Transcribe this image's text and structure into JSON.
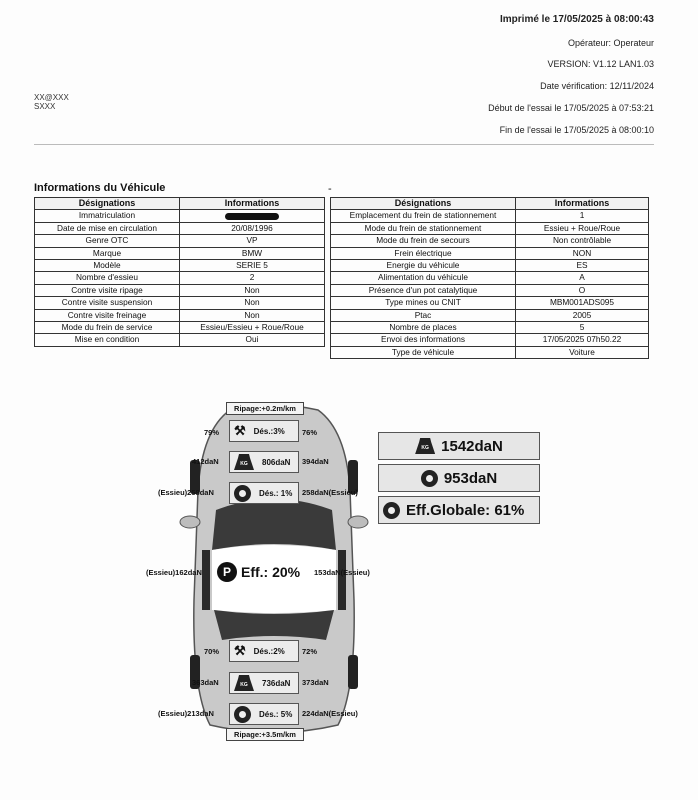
{
  "header": {
    "printed": "Imprimé le 17/05/2025 à 08:00:43",
    "operator": "Opérateur: Operateur",
    "version": "VERSION: V1.12 LAN1.03",
    "verif_date": "Date vérification: 12/11/2024",
    "test_start": "Début de l'essai le 17/05/2025 à 07:53:21",
    "test_end": "Fin de l'essai le 17/05/2025 à 08:00:10",
    "left_line1": "XX@XXX",
    "left_line2": "SXXX"
  },
  "section_title": "Informations du Véhicule",
  "dash": "-",
  "left_table": {
    "col1": "Désignations",
    "col2": "Informations",
    "rows": [
      [
        "Immatriculation",
        ""
      ],
      [
        "Date de mise en circulation",
        "20/08/1996"
      ],
      [
        "Genre OTC",
        "VP"
      ],
      [
        "Marque",
        "BMW"
      ],
      [
        "Modèle",
        "SERIE 5"
      ],
      [
        "Nombre d'essieu",
        "2"
      ],
      [
        "Contre visite ripage",
        "Non"
      ],
      [
        "Contre visite suspension",
        "Non"
      ],
      [
        "Contre visite freinage",
        "Non"
      ],
      [
        "Mode du frein de service",
        "Essieu/Essieu + Roue/Roue"
      ],
      [
        "Mise en condition",
        "Oui"
      ]
    ]
  },
  "right_table": {
    "col1": "Désignations",
    "col2": "Informations",
    "rows": [
      [
        "Emplacement du frein de stationnement",
        "1"
      ],
      [
        "Mode du frein de stationnement",
        "Essieu + Roue/Roue"
      ],
      [
        "Mode du frein de secours",
        "Non contrôlable"
      ],
      [
        "Frein électrique",
        "NON"
      ],
      [
        "Energie du véhicule",
        "ES"
      ],
      [
        "Alimentation du véhicule",
        "A"
      ],
      [
        "Présence d'un pot catalytique",
        "O"
      ],
      [
        "Type mines ou CNIT",
        "MBM001ADS095"
      ],
      [
        "Ptac",
        "2005"
      ],
      [
        "Nombre de places",
        "5"
      ],
      [
        "Envoi des informations",
        "17/05/2025 07h50.22"
      ],
      [
        "Type de véhicule",
        "Voiture"
      ]
    ]
  },
  "diagram": {
    "front_ripage": "Ripage:+0.2m/km",
    "front_left_pct": "79%",
    "front_right_pct": "76%",
    "front_des": "Dés.:3%",
    "front_weight_left": "412daN",
    "front_weight_center": "806daN",
    "front_weight_right": "394daN",
    "front_brake_left": "(Essieu)258daN",
    "front_brake_des": "Dés.: 1%",
    "front_brake_right": "258daN(Essieu)",
    "park_left": "(Essieu)162daN",
    "park_eff": "Eff.: 20%",
    "park_right": "153daN(Essieu)",
    "park_icon": "P",
    "rear_left_pct": "70%",
    "rear_des": "Dés.:2%",
    "rear_right_pct": "72%",
    "rear_weight_left": "363daN",
    "rear_weight_center": "736daN",
    "rear_weight_right": "373daN",
    "rear_brake_left": "(Essieu)213daN",
    "rear_brake_des": "Dés.: 5%",
    "rear_brake_right": "224daN(Essieu)",
    "rear_ripage": "Ripage:+3.5m/km",
    "kg_label": "KG"
  },
  "summary": {
    "total_weight": "1542daN",
    "total_brake": "953daN",
    "global_eff": "Eff.Globale: 61%"
  }
}
